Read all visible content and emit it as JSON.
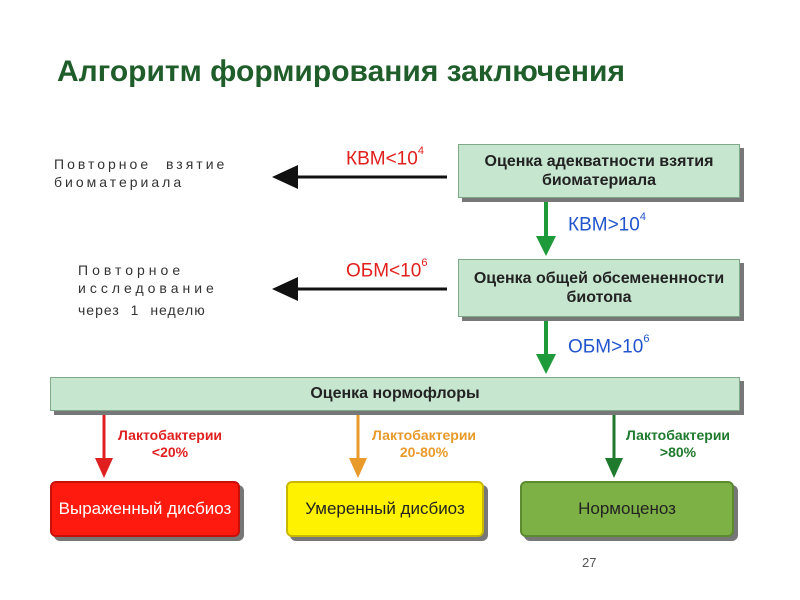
{
  "title": "Алгоритм формирования заключения",
  "nodes": {
    "adequacy": "Оценка адекватности взятия биоматериала",
    "contamination": "Оценка общей обсемененности биотопа",
    "normoflora": "Оценка нормофлоры"
  },
  "side_texts": {
    "repeat_sampling": "Повторное взятие биоматериала",
    "repeat_study_line1": "Повторное исследование",
    "repeat_study_line2": "через 1 неделю"
  },
  "conditions": {
    "kvm_low_base": "КВМ<10",
    "kvm_low_exp": "4",
    "kvm_high_base": "КВМ>10",
    "kvm_high_exp": "4",
    "obm_low_base": "ОБМ<10",
    "obm_low_exp": "6",
    "obm_high_base": "ОБМ>10",
    "obm_high_exp": "6"
  },
  "branches": [
    {
      "label_line1": "Лактобактерии",
      "label_line2": "<20%",
      "outcome": "Выраженный дисбиоз",
      "color": "#e02020",
      "box_color": "#ff1a0f"
    },
    {
      "label_line1": "Лактобактерии",
      "label_line2": "20-80%",
      "outcome": "Умеренный дисбиоз",
      "color": "#e89a2a",
      "box_color": "#fff200"
    },
    {
      "label_line1": "Лактобактерии",
      "label_line2": ">80%",
      "outcome": "Нормоценоз",
      "color": "#1f7a2e",
      "box_color": "#7db045"
    }
  ],
  "colors": {
    "title": "#1f5e2a",
    "node_fill": "#c7e6cf",
    "green_arrow": "#1f9a3a",
    "condition_red": "#e0201c",
    "condition_blue": "#2255cc"
  },
  "page_number": "27"
}
